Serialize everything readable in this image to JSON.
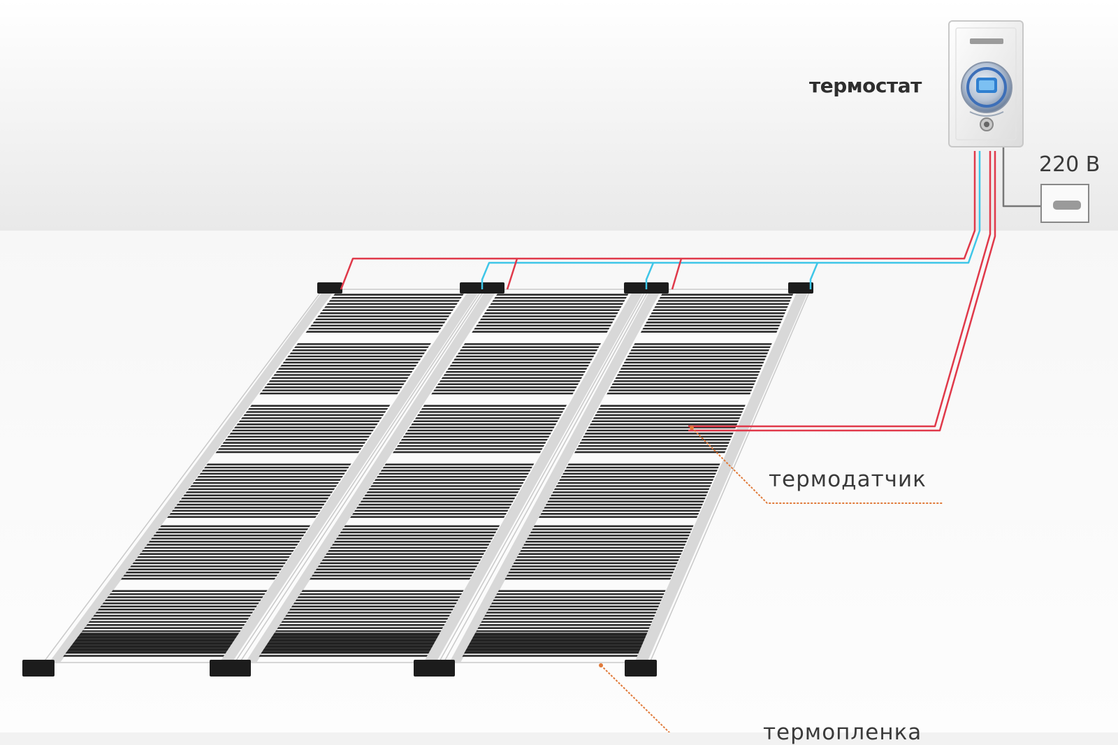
{
  "labels": {
    "thermostat": "термостат",
    "voltage": "220 В",
    "sensor": "термодатчик",
    "film": "термопленка"
  },
  "film": {
    "strip_count": 3,
    "stripe_color": "#2b2b2b",
    "gap_color": "#ffffff",
    "rail_color": "#d8d8d8",
    "terminal_color": "#1c1c1c"
  },
  "wiring": {
    "phase_color": "#e0394a",
    "neutral_color": "#3ec6e8",
    "mains_color": "#777777",
    "pointer_color": "#e07a3a"
  },
  "thermostat_device": {
    "body_color": "#f4f4f4",
    "dial_color": "#3d6fb8",
    "display_color": "#2f7fd0"
  }
}
